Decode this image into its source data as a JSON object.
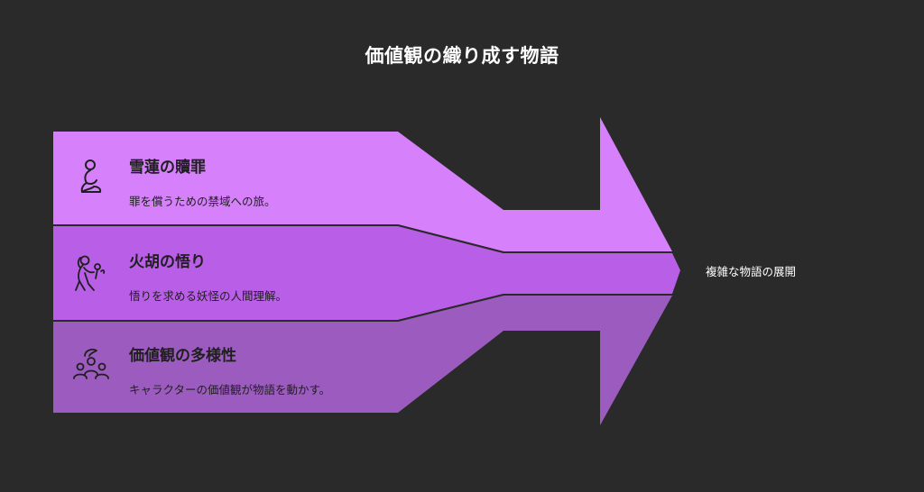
{
  "title": "価値観の織り成す物語",
  "bands": [
    {
      "heading": "雪蓮の贖罪",
      "description": "罪を償うための禁域への旅。",
      "icon": "meditating-person-icon",
      "color": "#d681fb"
    },
    {
      "heading": "火胡の悟り",
      "description": "悟りを求める妖怪の人間理解。",
      "icon": "person-with-flower-icon",
      "color": "#b95ee6"
    },
    {
      "heading": "価値観の多様性",
      "description": "キャラクターの価値観が物語を動かす。",
      "icon": "group-of-people-icon",
      "color": "#9c5cbf"
    }
  ],
  "result": {
    "label": "複雑な物語の展開"
  },
  "colors": {
    "background": "#2a2a2a",
    "divider": "#2a2a2a"
  }
}
